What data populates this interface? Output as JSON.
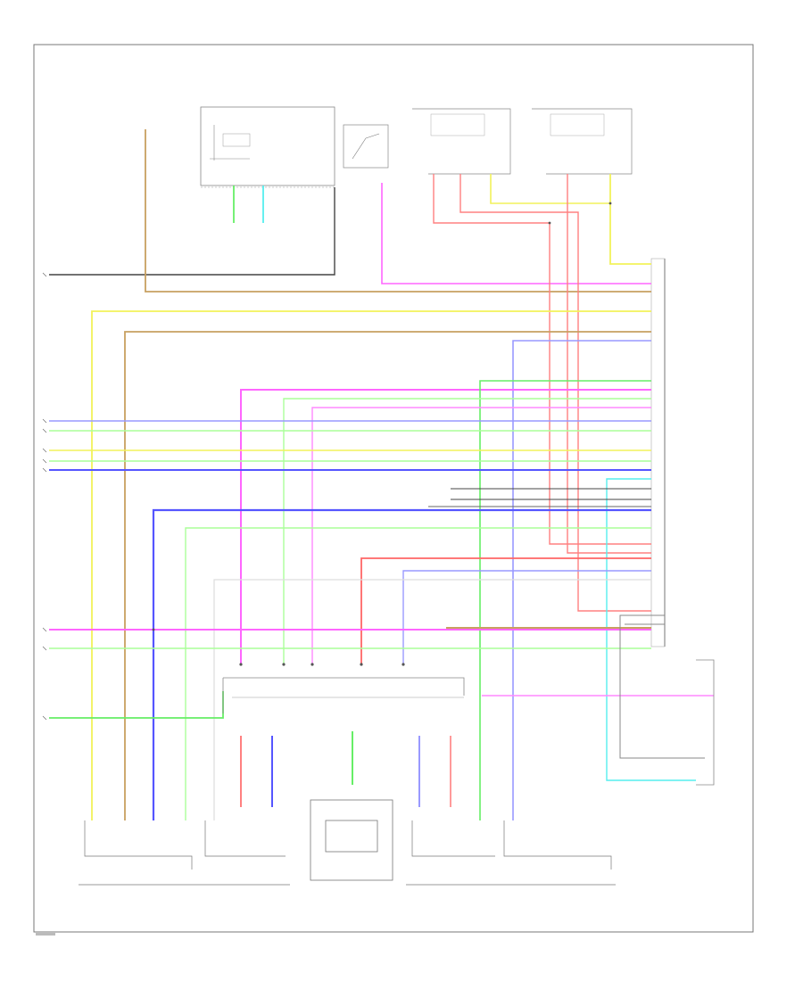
{
  "diagram": {
    "frame_label": "",
    "modules": [
      {
        "id": "drivers-seat-control",
        "label": "",
        "sub": ""
      },
      {
        "id": "power-seat",
        "label": "",
        "sub": ""
      },
      {
        "id": "right-seat-belt",
        "label": ""
      },
      {
        "id": "left-seat-belt",
        "label": ""
      },
      {
        "id": "fuse-left",
        "label": ""
      },
      {
        "id": "srs-unit",
        "label": ""
      },
      {
        "id": "right-side-sensor",
        "label": ""
      },
      {
        "id": "left-airbag-right",
        "label": ""
      },
      {
        "id": "side-sensor-right",
        "label": ""
      },
      {
        "id": "center-box",
        "label": "",
        "sub": ""
      },
      {
        "id": "side-sensor-left",
        "label": ""
      },
      {
        "id": "left-airbag-left",
        "label": ""
      }
    ],
    "wire_colors": {
      "black": "#333333",
      "tan": "#c8a060",
      "yellow": "#f2f25a",
      "pink": "#ff66ff",
      "red": "#ff8080",
      "green": "#66ee66",
      "lightgreen": "#aaff99",
      "blue": "#5555ff",
      "lightblue": "#9999ff",
      "cyan": "#55eeee",
      "grey": "#999999"
    }
  }
}
